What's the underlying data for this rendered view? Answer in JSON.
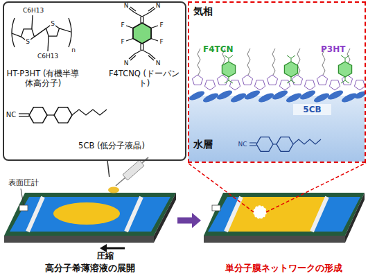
{
  "diagram": {
    "nodes": [
      {
        "text": [
          "HT-P3HT (有機半導体高分子)",
          "F4TCNQ (ドーパント)",
          "5CB (低分子液晶)"
        ]
      },
      {
        "text": [
          "気相",
          "F4TCN",
          "P3HT",
          "5CB",
          "水層"
        ]
      },
      {
        "text": [
          "表面圧計",
          "圧縮",
          "高分子希薄溶液の展開"
        ]
      },
      {
        "text": [
          "単分子膜ネットワークの形成"
        ]
      }
    ],
    "edges": [
      {
        "from": 0,
        "to": 2,
        "arrow": "none"
      },
      {
        "from": 2,
        "to": 3,
        "arrow": "to"
      },
      {
        "from": 3,
        "to": 1,
        "arrow": "none"
      }
    ],
    "labels": [
      "C6H13",
      "C6H13",
      "S",
      "S",
      "n",
      "N",
      "N",
      "N",
      "N",
      "F",
      "F",
      "F",
      "F",
      "NC",
      "NC"
    ]
  }
}
